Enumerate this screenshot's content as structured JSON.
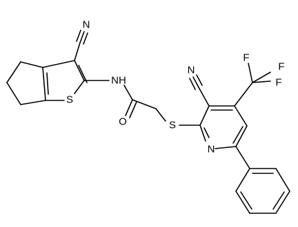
{
  "atoms": {
    "n1": "N",
    "n2": "N",
    "n3": "N",
    "nh": "NH",
    "o": "O",
    "s1": "S",
    "s2": "S",
    "f1": "F",
    "f2": "F",
    "f3": "F"
  }
}
